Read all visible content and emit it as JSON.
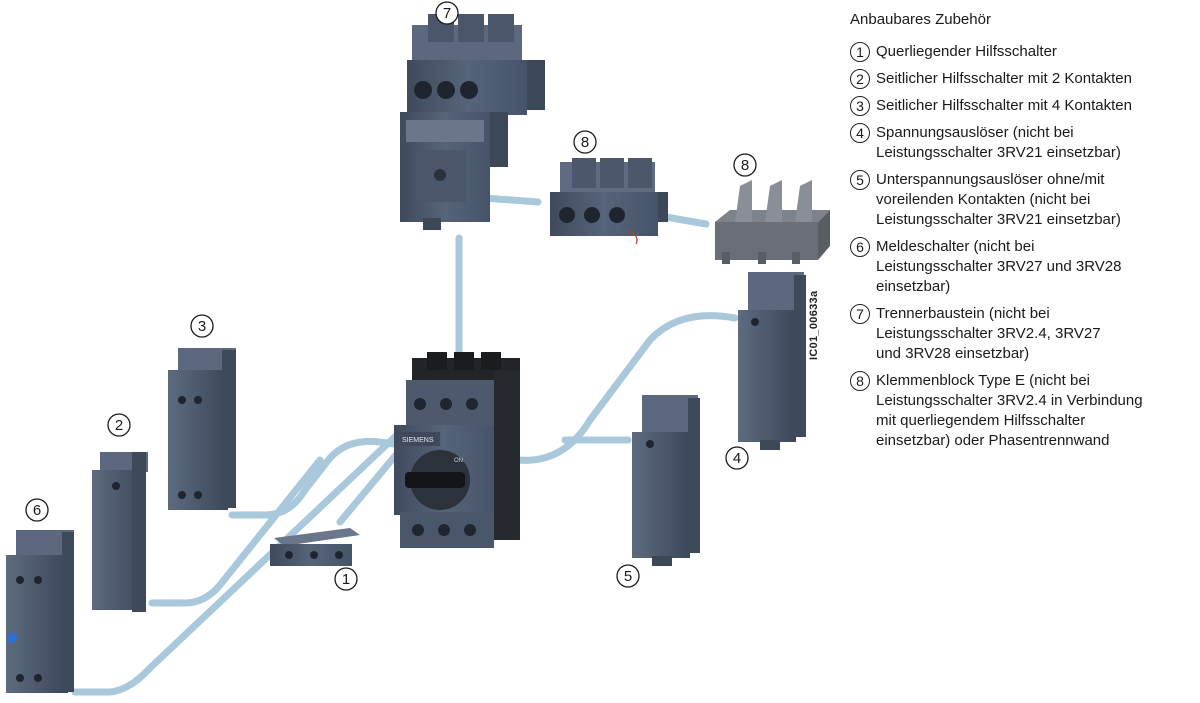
{
  "legend": {
    "title": "Anbaubares Zubehör",
    "items": [
      {
        "num": "1",
        "lines": [
          "Querliegender Hilfsschalter"
        ]
      },
      {
        "num": "2",
        "lines": [
          "Seitlicher Hilfsschalter mit 2 Kontakten"
        ]
      },
      {
        "num": "3",
        "lines": [
          "Seitlicher Hilfsschalter mit 4 Kontakten"
        ]
      },
      {
        "num": "4",
        "lines": [
          "Spannungsauslöser (nicht bei",
          "Leistungsschalter 3RV21 einsetzbar)"
        ]
      },
      {
        "num": "5",
        "lines": [
          "Unterspannungsauslöser ohne/mit",
          "voreilenden Kontakten (nicht bei",
          "Leistungsschalter 3RV21 einsetzbar)"
        ]
      },
      {
        "num": "6",
        "lines": [
          "Meldeschalter (nicht bei",
          "Leistungsschalter 3RV27 und 3RV28",
          "einsetzbar)"
        ]
      },
      {
        "num": "7",
        "lines": [
          "Trennerbaustein (nicht bei",
          "Leistungsschalter 3RV2.4, 3RV27",
          "und 3RV28 einsetzbar)"
        ]
      },
      {
        "num": "8",
        "lines": [
          "Klemmenblock Type E (nicht bei",
          "Leistungsschalter 3RV2.4 in Verbindung",
          "mit querliegendem Hilfsschalter",
          "einsetzbar) oder Phasentrennwand"
        ]
      }
    ]
  },
  "document_ref": "IC01_00633a",
  "breaker": {
    "brand": "SIEMENS",
    "on_label": "ON"
  },
  "callouts": {
    "c1": "1",
    "c2": "2",
    "c3": "3",
    "c4": "4",
    "c5": "5",
    "c6": "6",
    "c7": "7",
    "c8a": "8",
    "c8b": "8"
  },
  "colors": {
    "device_body": "#4f5c6f",
    "device_dark": "#3a4556",
    "device_light": "#6b7a8f",
    "breaker_black": "#222428",
    "connector": "#a9c8db",
    "divider": "#666a72"
  }
}
